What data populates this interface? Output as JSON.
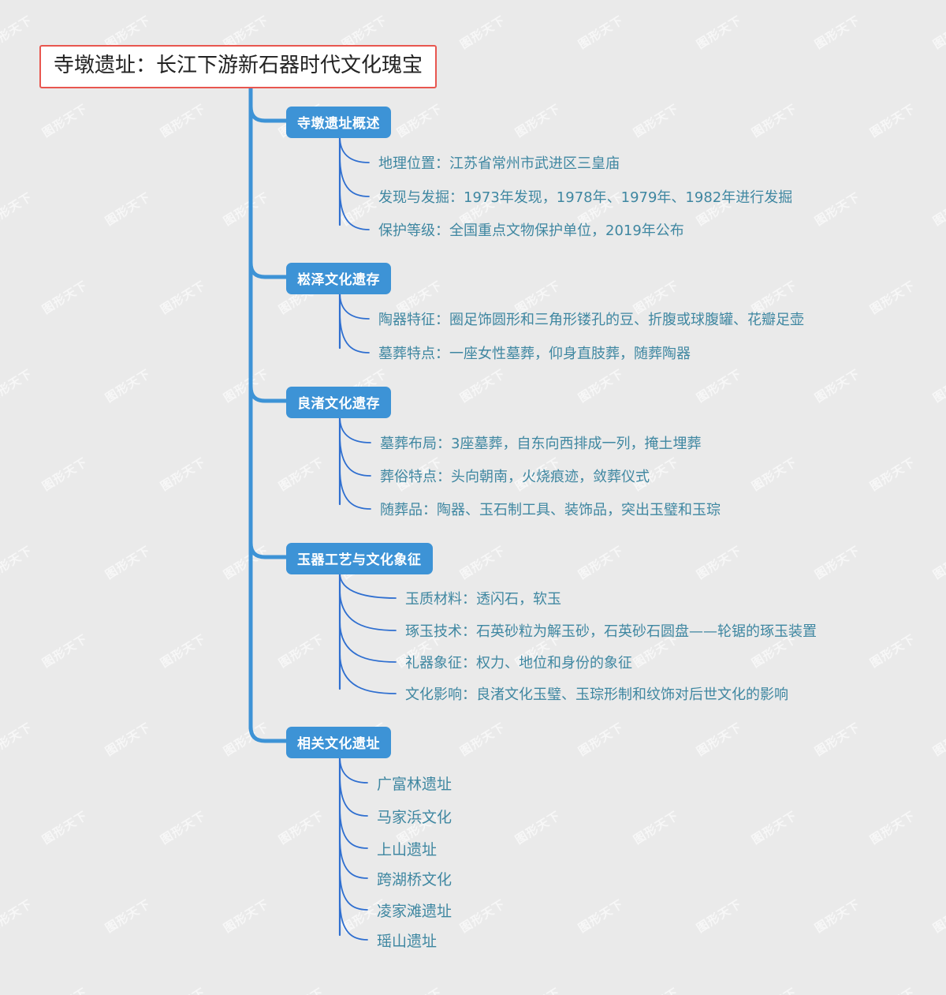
{
  "theme": {
    "background": "#eaeaea",
    "node_fill": "#3d93d6",
    "node_text": "#ffffff",
    "leaf_text": "#3f87a1",
    "trunk_line": "#3d93d6",
    "branch_line": "#2f6fd0",
    "root_border": "#e8564f",
    "root_fill": "#ffffff",
    "root_text": "#222222",
    "watermark_color": "#ffffff"
  },
  "watermark": {
    "text": "图形天下"
  },
  "mindmap": {
    "root": {
      "title": "寺墩遗址：长江下游新石器时代文化瑰宝"
    },
    "branches": [
      {
        "label": "寺墩遗址概述",
        "children": [
          "地理位置：江苏省常州市武进区三皇庙",
          "发现与发掘：1973年发现，1978年、1979年、1982年进行发掘",
          "保护等级：全国重点文物保护单位，2019年公布"
        ]
      },
      {
        "label": "崧泽文化遗存",
        "children": [
          "陶器特征：圈足饰圆形和三角形镂孔的豆、折腹或球腹罐、花瓣足壶",
          "墓葬特点：一座女性墓葬，仰身直肢葬，随葬陶器"
        ]
      },
      {
        "label": "良渚文化遗存",
        "children": [
          "墓葬布局：3座墓葬，自东向西排成一列，掩土埋葬",
          "葬俗特点：头向朝南，火烧痕迹，敛葬仪式",
          "随葬品：陶器、玉石制工具、装饰品，突出玉璧和玉琮"
        ]
      },
      {
        "label": "玉器工艺与文化象征",
        "children": [
          "玉质材料：透闪石，软玉",
          "琢玉技术：石英砂粒为解玉砂，石英砂石圆盘——轮锯的琢玉装置",
          "礼器象征：权力、地位和身份的象征",
          "文化影响：良渚文化玉璧、玉琮形制和纹饰对后世文化的影响"
        ]
      },
      {
        "label": "相关文化遗址",
        "children": [
          "广富林遗址",
          "马家浜文化",
          "上山遗址",
          "跨湖桥文化",
          "凌家滩遗址",
          "瑶山遗址"
        ]
      }
    ]
  }
}
